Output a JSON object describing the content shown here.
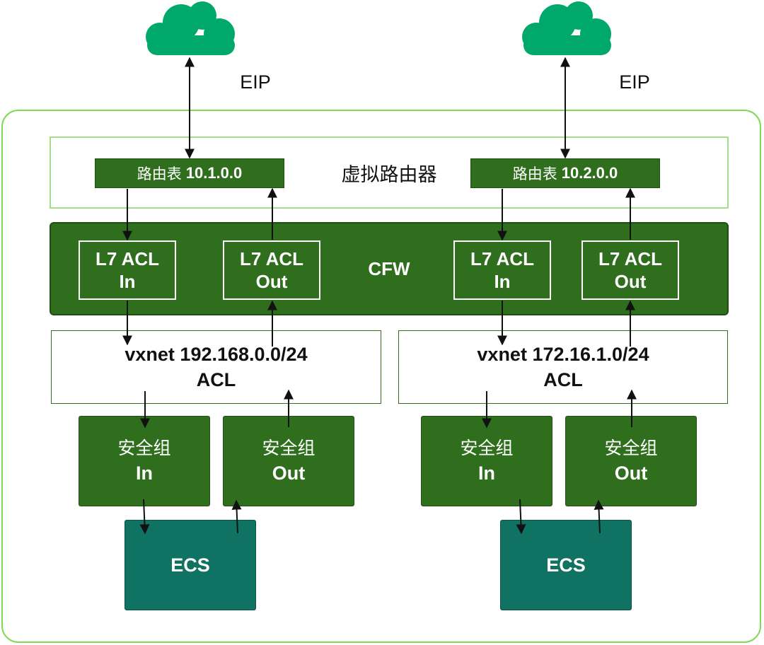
{
  "eip_left": "EIP",
  "eip_right": "EIP",
  "router": {
    "label": "虚拟路由器",
    "left_table_prefix": "路由表",
    "left_table_ip": "10.1.0.0",
    "right_table_prefix": "路由表",
    "right_table_ip": "10.2.0.0"
  },
  "cfw": {
    "label": "CFW",
    "boxes": [
      {
        "line1": "L7 ACL",
        "line2": "In"
      },
      {
        "line1": "L7 ACL",
        "line2": "Out"
      },
      {
        "line1": "L7 ACL",
        "line2": "In"
      },
      {
        "line1": "L7 ACL",
        "line2": "Out"
      }
    ]
  },
  "vxnets": [
    {
      "line1": "vxnet 192.168.0.0/24",
      "line2": "ACL"
    },
    {
      "line1": "vxnet 172.16.1.0/24",
      "line2": "ACL"
    }
  ],
  "security_groups": [
    {
      "line1": "安全组",
      "line2": "In"
    },
    {
      "line1": "安全组",
      "line2": "Out"
    },
    {
      "line1": "安全组",
      "line2": "In"
    },
    {
      "line1": "安全组",
      "line2": "Out"
    }
  ],
  "ecs": [
    "ECS",
    "ECS"
  ],
  "colors": {
    "cloud": "#00a86b",
    "dark_green": "#2e6e1d",
    "ecs_teal": "#0f7262",
    "outline_green": "#7ed957"
  }
}
